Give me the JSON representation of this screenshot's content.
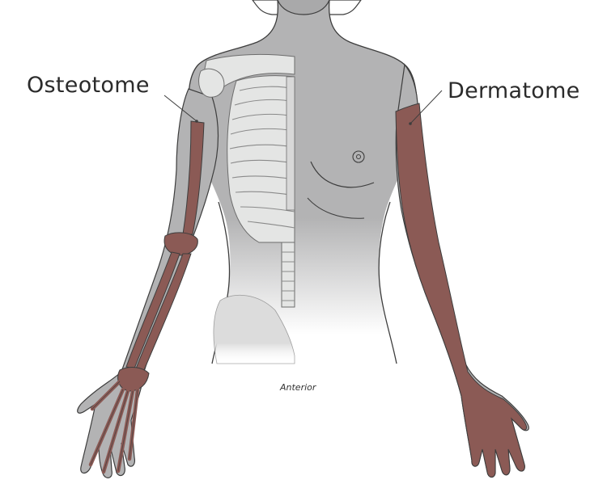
{
  "labels": {
    "osteotome": "Osteotome",
    "dermatome": "Dermatome",
    "view": "Anterior"
  },
  "colors": {
    "skin": "#b3b3b4",
    "outline": "#3d3d3d",
    "bone": "#e4e5e4",
    "bone_outline": "#6d6d6d",
    "highlight": "#8b5a55",
    "background": "#ffffff"
  }
}
